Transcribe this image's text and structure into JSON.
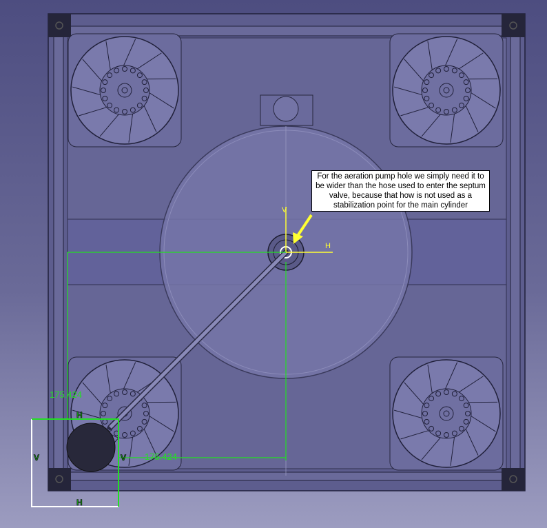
{
  "callout": {
    "text": "For the aeration pump hole we simply need it to be wider than the hose used to enter the septum valve, because that how is not used as a stabilization point for the main cylinder"
  },
  "dimensions": {
    "vertical": "175.424",
    "horizontal": "175.424"
  },
  "axis_labels": {
    "center_v": "V",
    "center_h": "H",
    "corner_v_left": "V",
    "corner_h_top": "H",
    "corner_h_bottom": "H",
    "corner_v_right": "V"
  },
  "colors": {
    "dimension": "#22e022",
    "arrow": "#ffff33",
    "model": "#5a5a8c"
  }
}
